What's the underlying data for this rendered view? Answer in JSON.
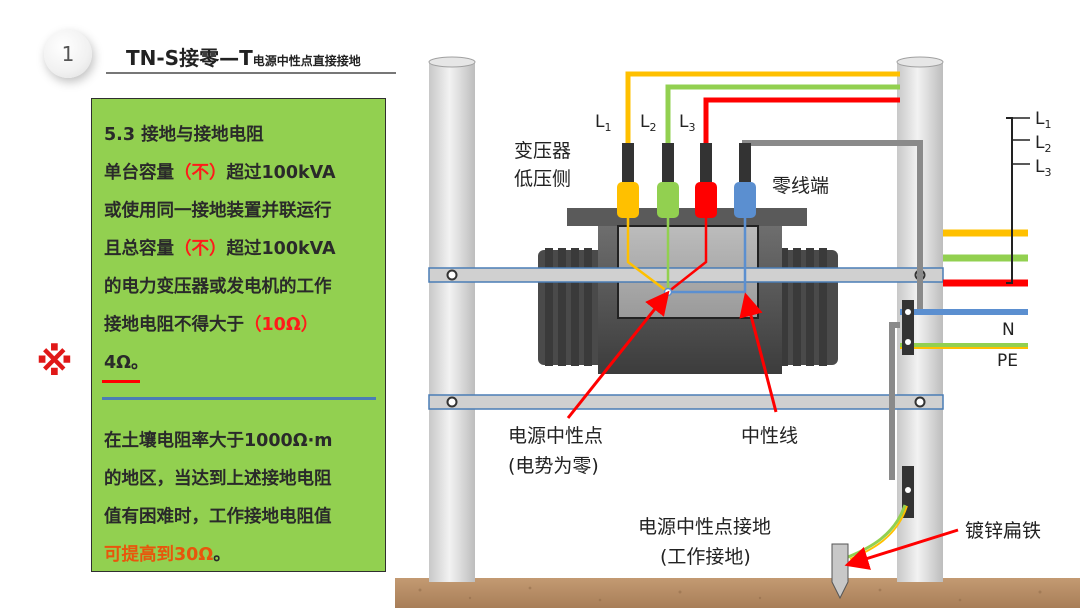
{
  "header": {
    "number": "1",
    "title_main": "TN-S接零—T",
    "title_sub": "电源中性点直接接地"
  },
  "panel": {
    "heading": "5.3  接地与接地电阻",
    "l1a": "单台容量",
    "l1b": "（不）",
    "l1c": "超过100kVA",
    "l2": "或使用同一接地装置并联运行",
    "l3a": "且总容量",
    "l3b": "（不）",
    "l3c": "超过100kVA",
    "l4": "的电力变压器或发电机的工作",
    "l5a": "接地电阻不得大于",
    "l5b": "（10Ω）",
    "l6": "4Ω。",
    "o1": "在土壤电阻率大于1000Ω·m",
    "o2": "的地区，当达到上述接地电阻",
    "o3": "值有困难时，工作接地电阻值",
    "o4a": "可提高到30Ω",
    "o4b": "。"
  },
  "mark": "※",
  "diagram": {
    "transformer_label_1": "变压器",
    "transformer_label_2": "低压侧",
    "neutral_terminal": "零线端",
    "neutral_point_1": "电源中性点",
    "neutral_point_2": "(电势为零)",
    "neutral_wire": "中性线",
    "grounding_1": "电源中性点接地",
    "grounding_2": "(工作接地)",
    "galvanized": "镀锌扁铁",
    "bushing_L": "L",
    "sub1": "1",
    "sub2": "2",
    "sub3": "3",
    "N": "N",
    "PE": "PE"
  },
  "colors": {
    "L1": "#ffc000",
    "L2": "#92d050",
    "L3": "#ff0000",
    "N": "#4a7db5",
    "PE": "#8a8a8a"
  }
}
